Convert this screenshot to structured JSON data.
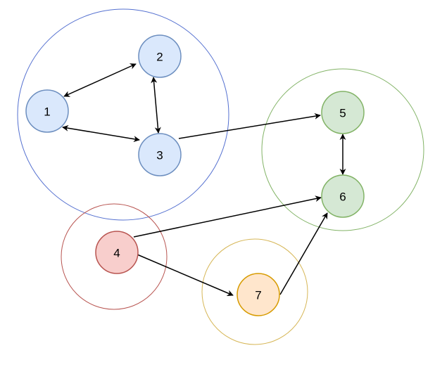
{
  "diagram": {
    "nodes": [
      {
        "id": "1",
        "label": "1",
        "fill": "#dae8fc",
        "stroke": "#6c8ebf"
      },
      {
        "id": "2",
        "label": "2",
        "fill": "#dae8fc",
        "stroke": "#6c8ebf"
      },
      {
        "id": "3",
        "label": "3",
        "fill": "#dae8fc",
        "stroke": "#6c8ebf"
      },
      {
        "id": "4",
        "label": "4",
        "fill": "#f8cecc",
        "stroke": "#b85450"
      },
      {
        "id": "5",
        "label": "5",
        "fill": "#d5e8d4",
        "stroke": "#82b366"
      },
      {
        "id": "6",
        "label": "6",
        "fill": "#d5e8d4",
        "stroke": "#82b366"
      },
      {
        "id": "7",
        "label": "7",
        "fill": "#ffe6cc",
        "stroke": "#d79b00"
      }
    ],
    "groups": [
      {
        "id": "blue",
        "members": [
          "1",
          "2",
          "3"
        ],
        "stroke": "#5470d0"
      },
      {
        "id": "green",
        "members": [
          "5",
          "6"
        ],
        "stroke": "#82b366"
      },
      {
        "id": "red",
        "members": [
          "4"
        ],
        "stroke": "#b85450"
      },
      {
        "id": "orange",
        "members": [
          "7"
        ],
        "stroke": "#d6b656"
      }
    ],
    "edges": [
      {
        "from": "1",
        "to": "2",
        "bidirectional": true
      },
      {
        "from": "1",
        "to": "3",
        "bidirectional": true
      },
      {
        "from": "2",
        "to": "3",
        "bidirectional": true
      },
      {
        "from": "3",
        "to": "5",
        "bidirectional": false
      },
      {
        "from": "5",
        "to": "6",
        "bidirectional": true
      },
      {
        "from": "4",
        "to": "6",
        "bidirectional": false
      },
      {
        "from": "4",
        "to": "7",
        "bidirectional": false
      },
      {
        "from": "7",
        "to": "6",
        "bidirectional": false
      }
    ]
  }
}
